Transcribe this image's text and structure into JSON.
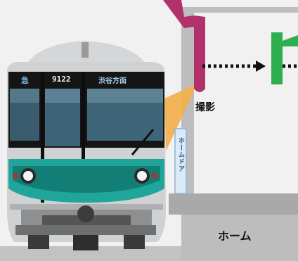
{
  "colors": {
    "background": "#f1f1f1",
    "wall": "#bdbdbd",
    "platform": "#b0b0b0",
    "train_body": "#c9cbcd",
    "train_band": "#1fa59a",
    "camera": "#b1316a",
    "camera_beam": "#f3b04d",
    "sensor": "#2fae4e",
    "door_panel": "#dbeaf7"
  },
  "labels": {
    "camera": "撮影",
    "platform": "ホーム",
    "platform_door": "ホームドア"
  },
  "train": {
    "number": "9122",
    "type_display": "急",
    "destination_display": "渋谷方面"
  },
  "icons": {
    "flow_arrow_1": "right-arrow-icon",
    "flow_arrow_2": "right-arrow-icon"
  }
}
